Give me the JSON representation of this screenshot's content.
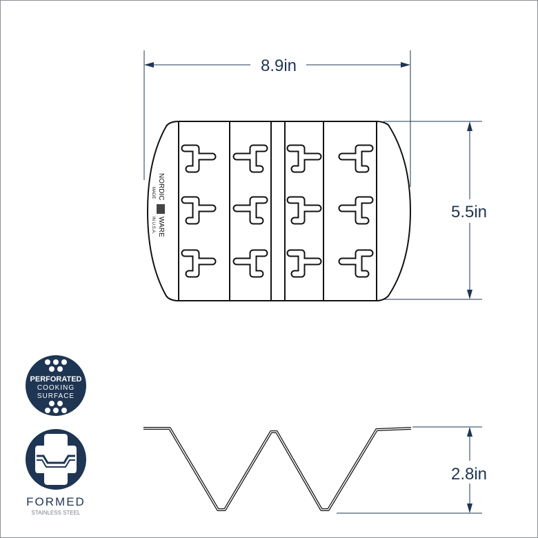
{
  "dimensions": {
    "width": "8.9in",
    "length": "5.5in",
    "height": "2.8in"
  },
  "logo": {
    "brand_line1": "NORDIC",
    "brand_line2": "WARE",
    "made": "MADE",
    "origin": "IN U.S.A."
  },
  "badges": [
    {
      "line1": "PERFORATED",
      "line2": "COOKING",
      "line3": "SURFACE",
      "icon": "perforated-icon"
    },
    {
      "title": "FORMED",
      "subtitle": "STAINLESS STEEL",
      "icon": "formed-steel-icon"
    }
  ],
  "colors": {
    "navy": "#1e3553",
    "line": "#111111"
  }
}
